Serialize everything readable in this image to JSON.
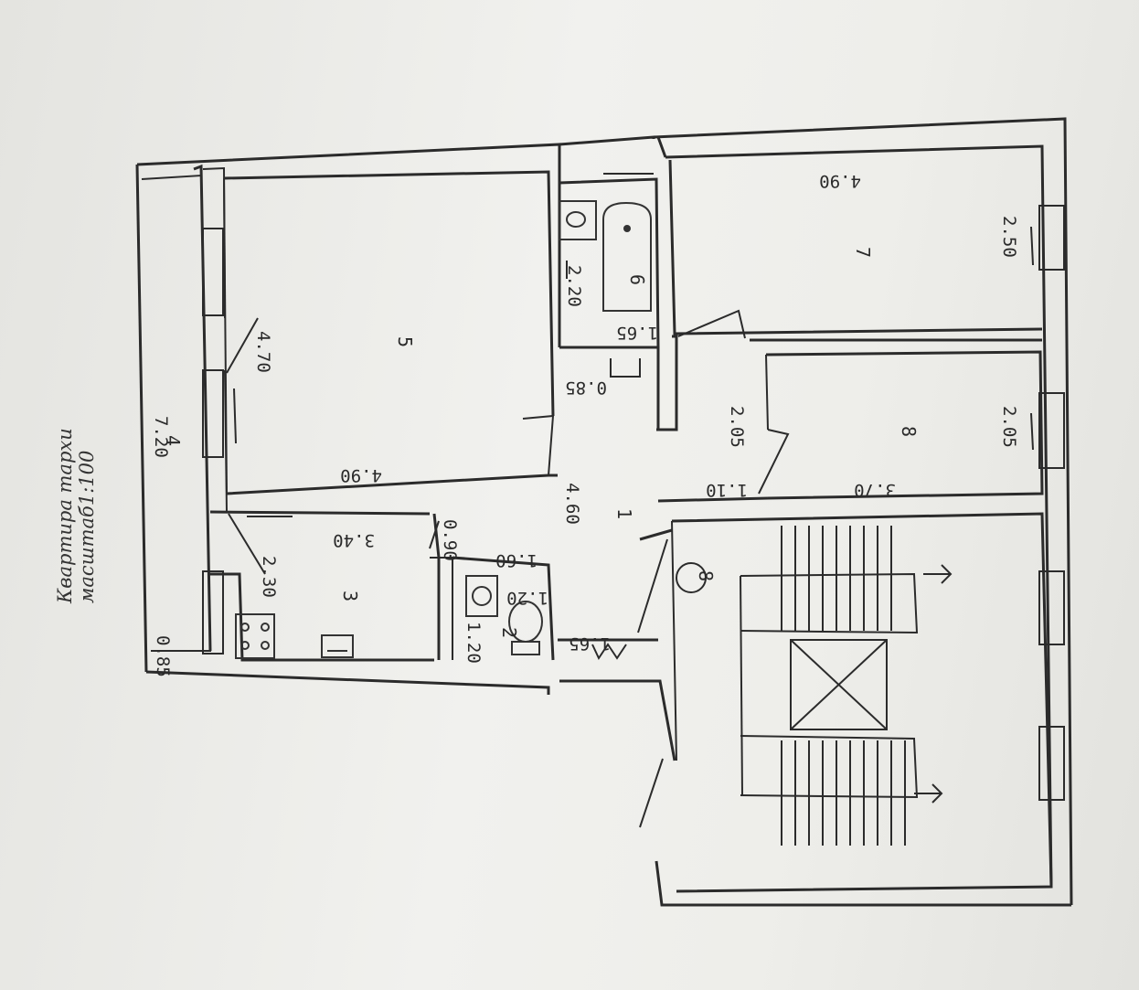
{
  "title": {
    "line1": "Квартира тархи",
    "line2": "масштаб1:100"
  },
  "rooms": [
    {
      "id": "1",
      "label": "1"
    },
    {
      "id": "2",
      "label": "2"
    },
    {
      "id": "3",
      "label": "3"
    },
    {
      "id": "4",
      "label": "4"
    },
    {
      "id": "5",
      "label": "5"
    },
    {
      "id": "6",
      "label": "6"
    },
    {
      "id": "7",
      "label": "7"
    },
    {
      "id": "8",
      "label": "8"
    }
  ],
  "stair_marker": "8",
  "dimensions": {
    "d_720": "7.20",
    "d_085_balcony": "0.85",
    "d_470": "4.70",
    "d_490_room5": "4.90",
    "d_340": "3.40",
    "d_230": "2.30",
    "d_090": "0.90",
    "d_160": "1.60",
    "d_120_a": "1.20",
    "d_120_b": "1.20",
    "d_460": "4.60",
    "d_165_hall": "1.65",
    "d_220": "2.20",
    "d_165_bath": "1.65",
    "d_085_hall": "0.85",
    "d_490_room7": "4.90",
    "d_250": "2.50",
    "d_205_a": "2.05",
    "d_205_b": "2.05",
    "d_110": "1.10",
    "d_370": "3.70"
  }
}
